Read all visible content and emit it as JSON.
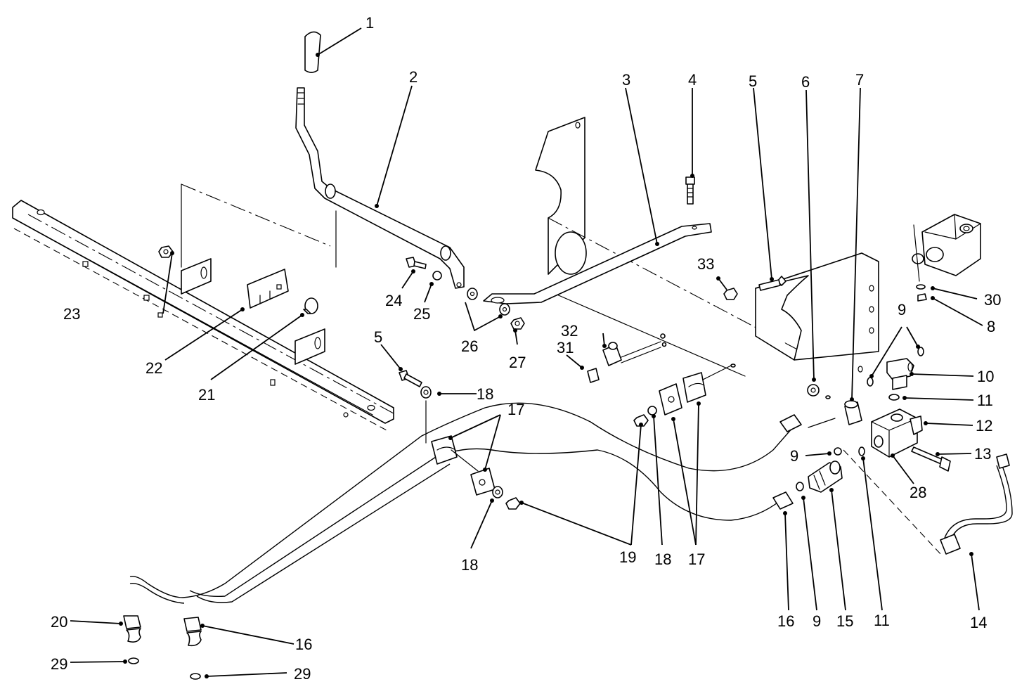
{
  "callouts": {
    "c1": "1",
    "c2": "2",
    "c3": "3",
    "c4": "4",
    "c5a": "5",
    "c5b": "5",
    "c6": "6",
    "c7": "7",
    "c8": "8",
    "c9a": "9",
    "c9b": "9",
    "c9c": "9",
    "c10": "10",
    "c11a": "11",
    "c11b": "11",
    "c12": "12",
    "c13": "13",
    "c14": "14",
    "c15": "15",
    "c16a": "16",
    "c16b": "16",
    "c17a": "17",
    "c17b": "17",
    "c18a": "18",
    "c18b": "18",
    "c18c": "18",
    "c19": "19",
    "c20": "20",
    "c21": "21",
    "c22": "22",
    "c23": "23",
    "c24": "24",
    "c25": "25",
    "c26": "26",
    "c27": "27",
    "c28": "28",
    "c29a": "29",
    "c29b": "29",
    "c30": "30",
    "c31": "31",
    "c32": "32",
    "c33": "33"
  }
}
